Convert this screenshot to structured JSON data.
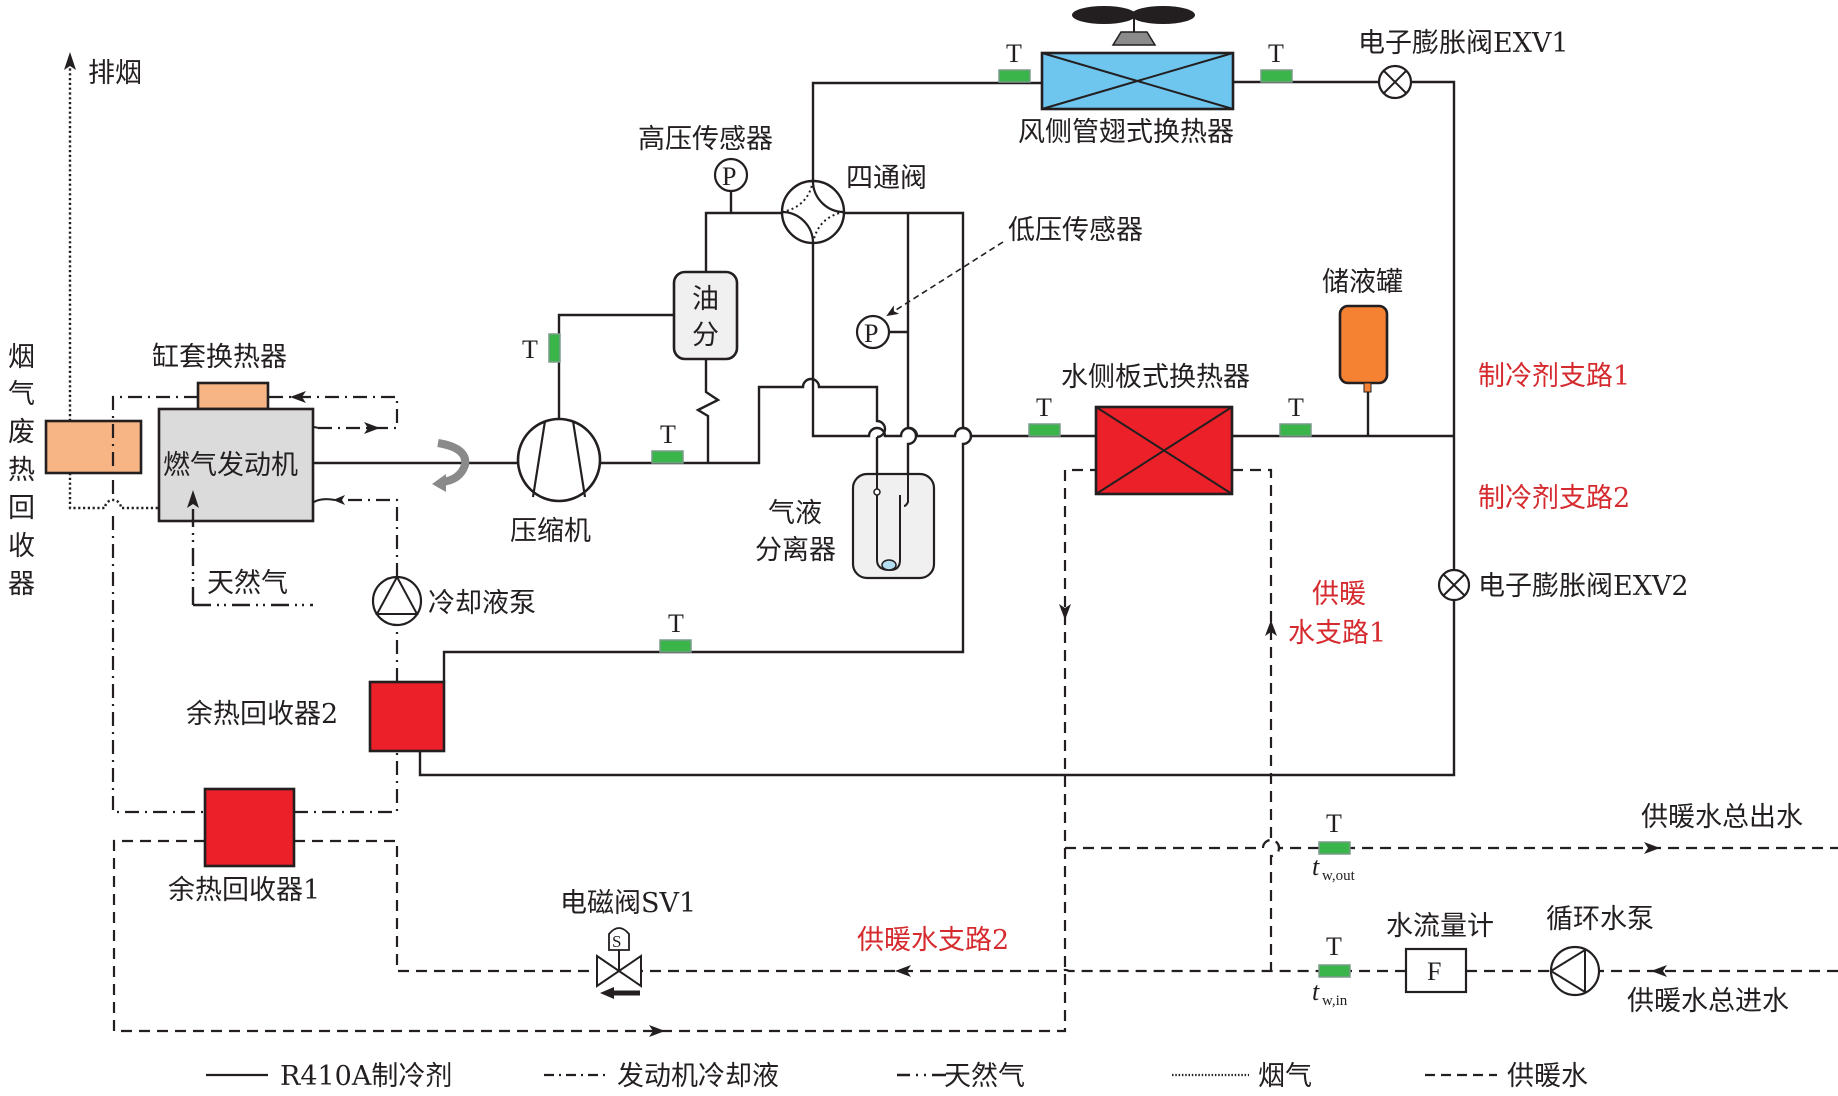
{
  "diagram": {
    "title": "燃气机热泵系统原理图",
    "colors": {
      "line": "#231f20",
      "air_hx": "#6ec6ef",
      "plate_hx": "#ec2028",
      "waste_heat_recovery": "#ec2028",
      "jacket_hx": "#f7b484",
      "flue_gas_recovery": "#f7b484",
      "receiver": "#f58233",
      "engine": "#dcdbdc",
      "vessel": "#f0f0f0",
      "temp_sensor": "#39b54a",
      "branch_label": "#d52b2f"
    },
    "labels": {
      "exhaust": "排烟",
      "flue_gas_recovery": [
        "烟",
        "气",
        "废",
        "热",
        "回",
        "收",
        "器"
      ],
      "jacket_hx": "缸套换热器",
      "engine": "燃气发动机",
      "natural_gas": "天然气",
      "coolant_pump": "冷却液泵",
      "compressor": "压缩机",
      "high_pressure_sensor": "高压传感器",
      "four_way_valve": "四通阀",
      "low_pressure_sensor": "低压传感器",
      "oil_separator": [
        "油",
        "分"
      ],
      "gas_liquid_separator": [
        "气液",
        "分离器"
      ],
      "air_hx": "风侧管翅式换热器",
      "exv1": "电子膨胀阀EXV1",
      "exv2": "电子膨胀阀EXV2",
      "receiver": "储液罐",
      "plate_hx": "水侧板式换热器",
      "waste_heat_recovery_2": "余热回收器2",
      "waste_heat_recovery_1": "余热回收器1",
      "solenoid_valve": "电磁阀SV1",
      "solenoid_symbol": "S",
      "flow_meter": "水流量计",
      "flow_meter_symbol": "F",
      "circulating_pump": "循环水泵",
      "water_out_total": "供暖水总出水",
      "water_in_total": "供暖水总进水",
      "pressure_symbol": "P",
      "temp_symbol": "T",
      "tw_out_main": "t",
      "tw_out_sub": "w,out",
      "tw_in_main": "t",
      "tw_in_sub": "w,in"
    },
    "branch_labels": {
      "refrigerant_branch_1": "制冷剂支路1",
      "refrigerant_branch_2": "制冷剂支路2",
      "heating_water_branch_1": [
        "供暖",
        "水支路1"
      ],
      "heating_water_branch_2": "供暖水支路2"
    },
    "legend": [
      {
        "style": "solid",
        "label": "R410A制冷剂"
      },
      {
        "style": "dash-dot",
        "label": "发动机冷却液"
      },
      {
        "style": "dash-dot-dot",
        "label": "天然气"
      },
      {
        "style": "dotted",
        "label": "烟气"
      },
      {
        "style": "dashed",
        "label": "供暖水"
      }
    ]
  }
}
